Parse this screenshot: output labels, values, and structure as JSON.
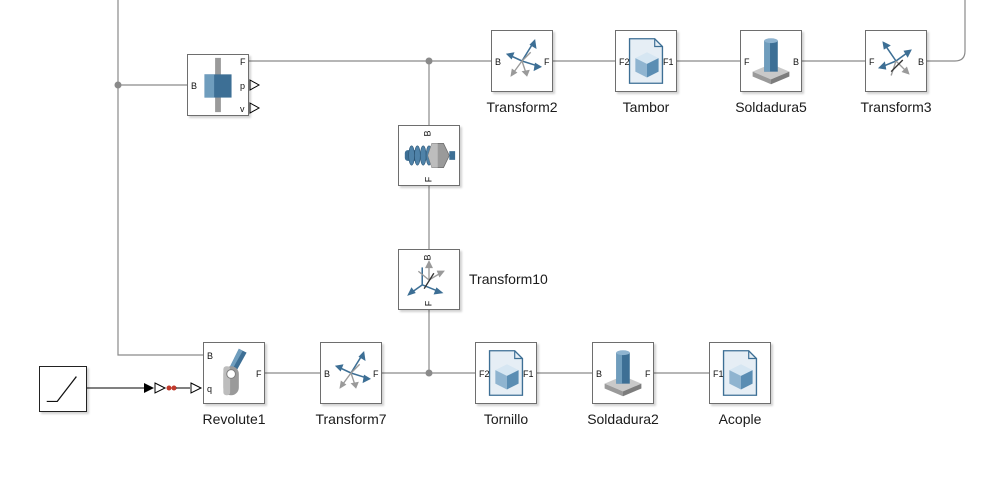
{
  "blocks": {
    "prismatic": {
      "ports": {
        "b": "B",
        "f": "F",
        "p": "p",
        "v": "v"
      }
    },
    "transform2": {
      "name": "Transform2",
      "ports": {
        "b": "B",
        "f": "F"
      }
    },
    "tambor": {
      "name": "Tambor",
      "ports": {
        "f2": "F2",
        "f1": "F1"
      }
    },
    "soldadura5": {
      "name": "Soldadura5",
      "ports": {
        "f": "F",
        "b": "B"
      }
    },
    "transform3": {
      "name": "Transform3",
      "ports": {
        "f": "F",
        "b": "B"
      }
    },
    "screw": {
      "ports": {
        "b": "B",
        "f": "F"
      }
    },
    "transform10": {
      "name": "Transform10",
      "ports": {
        "b": "B",
        "f": "F"
      }
    },
    "revolute1": {
      "name": "Revolute1",
      "ports": {
        "b": "B",
        "f": "F",
        "q": "q"
      }
    },
    "transform7": {
      "name": "Transform7",
      "ports": {
        "b": "B",
        "f": "F"
      }
    },
    "tornillo": {
      "name": "Tornillo",
      "ports": {
        "f2": "F2",
        "f1": "F1"
      }
    },
    "soldadura2": {
      "name": "Soldadura2",
      "ports": {
        "b": "B",
        "f": "F"
      }
    },
    "acople": {
      "name": "Acople",
      "ports": {
        "f1": "F1"
      }
    }
  },
  "colors": {
    "wire": "#8a8a8a",
    "block_border": "#6e6e6e",
    "icon_blue": "#3d6f95",
    "icon_light": "#a9c7dd",
    "icon_gray": "#9a9a9a"
  }
}
